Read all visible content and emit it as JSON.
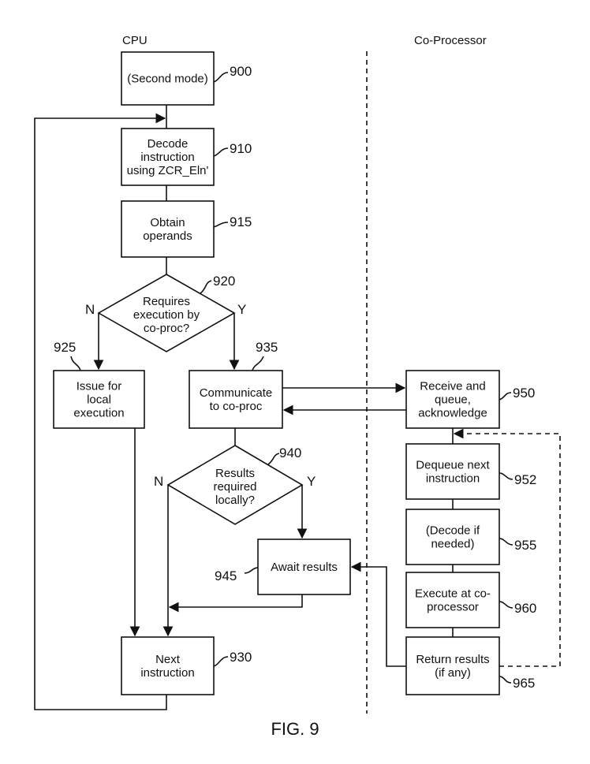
{
  "lanes": {
    "cpu": "CPU",
    "coproc": "Co-Processor"
  },
  "nodes": {
    "n900": {
      "lines": [
        "(Second mode)"
      ],
      "ref": "900"
    },
    "n910": {
      "lines": [
        "Decode",
        "instruction",
        "using ZCR_Eln'"
      ],
      "ref": "910"
    },
    "n915": {
      "lines": [
        "Obtain",
        "operands"
      ],
      "ref": "915"
    },
    "n920": {
      "lines": [
        "Requires",
        "execution by",
        "co-proc?"
      ],
      "ref": "920",
      "no": "N",
      "yes": "Y"
    },
    "n925": {
      "lines": [
        "Issue for",
        "local",
        "execution"
      ],
      "ref": "925"
    },
    "n935": {
      "lines": [
        "Communicate",
        "to co-proc"
      ],
      "ref": "935"
    },
    "n940": {
      "lines": [
        "Results",
        "required",
        "locally?"
      ],
      "ref": "940",
      "no": "N",
      "yes": "Y"
    },
    "n945": {
      "lines": [
        "Await results"
      ],
      "ref": "945"
    },
    "n930": {
      "lines": [
        "Next",
        "instruction"
      ],
      "ref": "930"
    },
    "n950": {
      "lines": [
        "Receive and",
        "queue,",
        "acknowledge"
      ],
      "ref": "950"
    },
    "n952": {
      "lines": [
        "Dequeue next",
        "instruction"
      ],
      "ref": "952"
    },
    "n955": {
      "lines": [
        "(Decode if",
        "needed)"
      ],
      "ref": "955"
    },
    "n960": {
      "lines": [
        "Execute at co-",
        "processor"
      ],
      "ref": "960"
    },
    "n965": {
      "lines": [
        "Return results",
        "(if any)"
      ],
      "ref": "965"
    }
  },
  "figure_label": "FIG. 9"
}
